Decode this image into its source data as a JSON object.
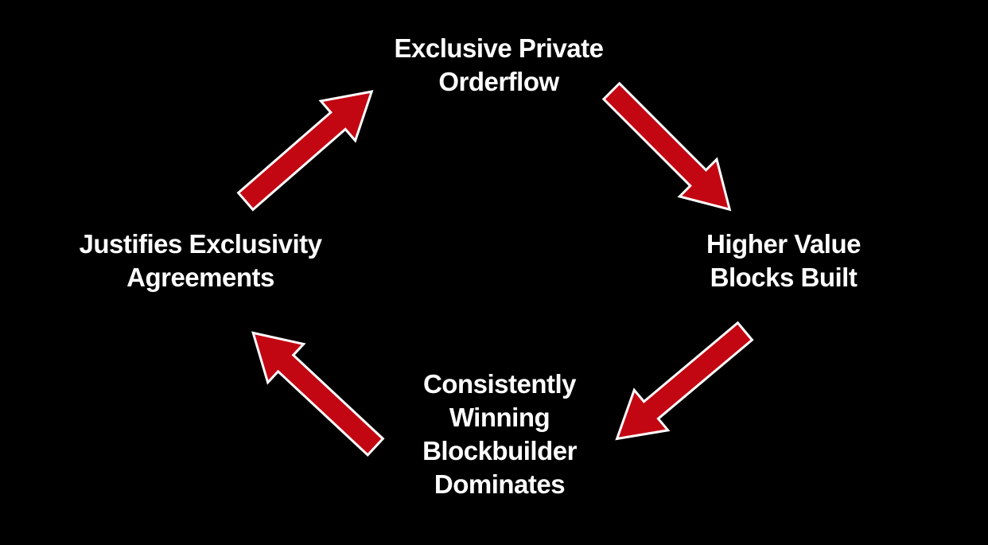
{
  "diagram": {
    "type": "cycle",
    "colors": {
      "background": "#000000",
      "text": "#FFFFFF",
      "arrow_fill": "#C20713",
      "arrow_outline": "#FFFFFF"
    },
    "nodes": {
      "top": {
        "label": "Exclusive Private\nOrderflow"
      },
      "right": {
        "label": "Higher Value\nBlocks Built"
      },
      "bottom": {
        "label": "Consistently\nWinning\nBlockbuilder\nDominates"
      },
      "left": {
        "label": "Justifies Exclusivity\nAgreements"
      }
    },
    "flow": [
      {
        "from": "Exclusive Private Orderflow",
        "to": "Higher Value Blocks Built"
      },
      {
        "from": "Higher Value Blocks Built",
        "to": "Consistently Winning Blockbuilder Dominates"
      },
      {
        "from": "Consistently Winning Blockbuilder Dominates",
        "to": "Justifies Exclusivity Agreements"
      },
      {
        "from": "Justifies Exclusivity Agreements",
        "to": "Exclusive Private Orderflow"
      }
    ]
  }
}
